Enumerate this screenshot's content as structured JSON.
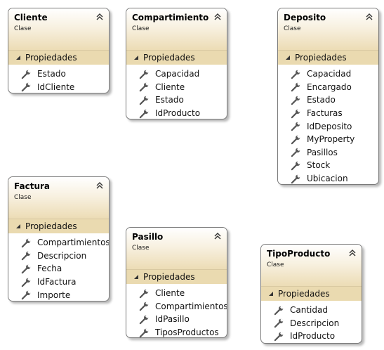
{
  "classes": [
    {
      "id": "cliente",
      "name": "Cliente",
      "stereotype": "Clase",
      "section": "Propiedades",
      "properties": [
        "Estado",
        "IdCliente"
      ]
    },
    {
      "id": "compartimiento",
      "name": "Compartimiento",
      "stereotype": "Clase",
      "section": "Propiedades",
      "properties": [
        "Capacidad",
        "Cliente",
        "Estado",
        "IdProducto"
      ]
    },
    {
      "id": "deposito",
      "name": "Deposito",
      "stereotype": "Clase",
      "section": "Propiedades",
      "properties": [
        "Capacidad",
        "Encargado",
        "Estado",
        "Facturas",
        "IdDeposito",
        "MyProperty",
        "Pasillos",
        "Stock",
        "Ubicacion"
      ]
    },
    {
      "id": "factura",
      "name": "Factura",
      "stereotype": "Clase",
      "section": "Propiedades",
      "properties": [
        "Compartimientos",
        "Descripcion",
        "Fecha",
        "IdFactura",
        "Importe"
      ]
    },
    {
      "id": "pasillo",
      "name": "Pasillo",
      "stereotype": "Clase",
      "section": "Propiedades",
      "properties": [
        "Cliente",
        "Compartimientos",
        "IdPasillo",
        "TiposProductos"
      ]
    },
    {
      "id": "tipoproducto",
      "name": "TipoProducto",
      "stereotype": "Clase",
      "section": "Propiedades",
      "properties": [
        "Cantidad",
        "Descripcion",
        "IdProducto"
      ]
    }
  ],
  "icons": {
    "collapse": "double-chevron-up-icon",
    "section_toggle": "triangle-down-icon",
    "property": "wrench-icon"
  },
  "colors": {
    "header_gradient_end": "#ecdcb5",
    "section_bar": "#eadab0",
    "border": "#7a7a7a"
  }
}
